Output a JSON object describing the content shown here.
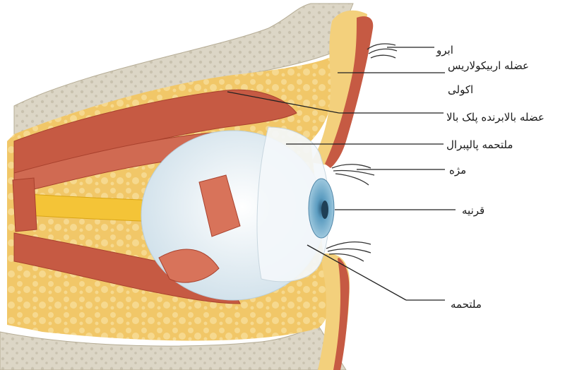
{
  "diagram": {
    "labels": {
      "eyebrow": "ابرو",
      "orbicularis_muscle": "عضله اربیکولاریس",
      "eyelid_skin": "اکولی",
      "levator_muscle": "عضله بالابرنده پلک بالا",
      "palpebral_conjunctiva": "ملتحمه پالپبرال",
      "eyelash": "مژه",
      "cornea": "قرنیه",
      "conjunctiva": "ملتحمه"
    },
    "colors": {
      "bone": "#dcd6c6",
      "fat": "#f1c768",
      "muscle": "#c65a43",
      "eyeball": "#e6f1f7",
      "iris": "#6fa7c7",
      "nerve": "#f4c437",
      "line": "#222222"
    }
  }
}
